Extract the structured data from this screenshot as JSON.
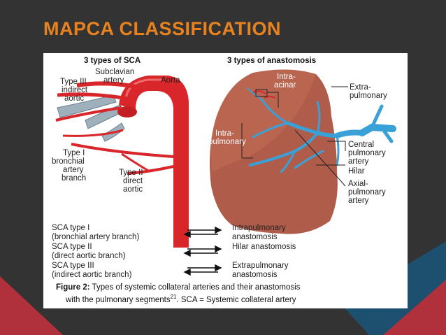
{
  "slide": {
    "title": "MAPCA CLASSIFICATION",
    "colors": {
      "background": "#333333",
      "title": "#e8821e",
      "accent_red": "#b0303b",
      "accent_blue": "#1d4f6e"
    }
  },
  "figure": {
    "heading_left": "3 types of SCA",
    "heading_right": "3 types of anastomosis",
    "left_labels": {
      "subclavian_1": "Subclavian",
      "subclavian_2": "artery",
      "aorta": "Aorta",
      "type3_1": "Type III",
      "type3_2": "indirect",
      "type3_3": "aortic",
      "type1_1": "Type I",
      "type1_2": "bronchial",
      "type1_3": "artery",
      "type1_4": "branch",
      "type2_1": "Type II",
      "type2_2": "direct",
      "type2_3": "aortic"
    },
    "right_labels": {
      "intraacinar_1": "Intra-",
      "intraacinar_2": "acinar",
      "intrapulmonary_1": "Intra-",
      "intrapulmonary_2": "pulmonary",
      "extra_1": "Extra-",
      "extra_2": "pulmonary",
      "central_1": "Central",
      "central_2": "pulmonary",
      "central_3": "artery",
      "hilar": "Hilar",
      "axial_1": "Axial-",
      "axial_2": "pulmonary",
      "axial_3": "artery"
    },
    "table": [
      {
        "left_1": "SCA type I",
        "left_2": "(bronchial artery branch)",
        "right_1": "Intrapulmonary",
        "right_2": "anastomosis"
      },
      {
        "left_1": "SCA type II",
        "left_2": "(direct aortic branch)",
        "right_1": "Hilar anastomosis",
        "right_2": ""
      },
      {
        "left_1": "SCA type III",
        "left_2": "(indirect aortic branch)",
        "right_1": "Extrapulmonary",
        "right_2": "anastomosis"
      }
    ],
    "caption": {
      "label": "Figure 2:",
      "line1": " Types of systemic collateral arteries and their anastomosis",
      "line2_a": "with the pulmonary segments",
      "sup": "21",
      "line2_b": ". SCA = Systemic collateral artery"
    }
  }
}
